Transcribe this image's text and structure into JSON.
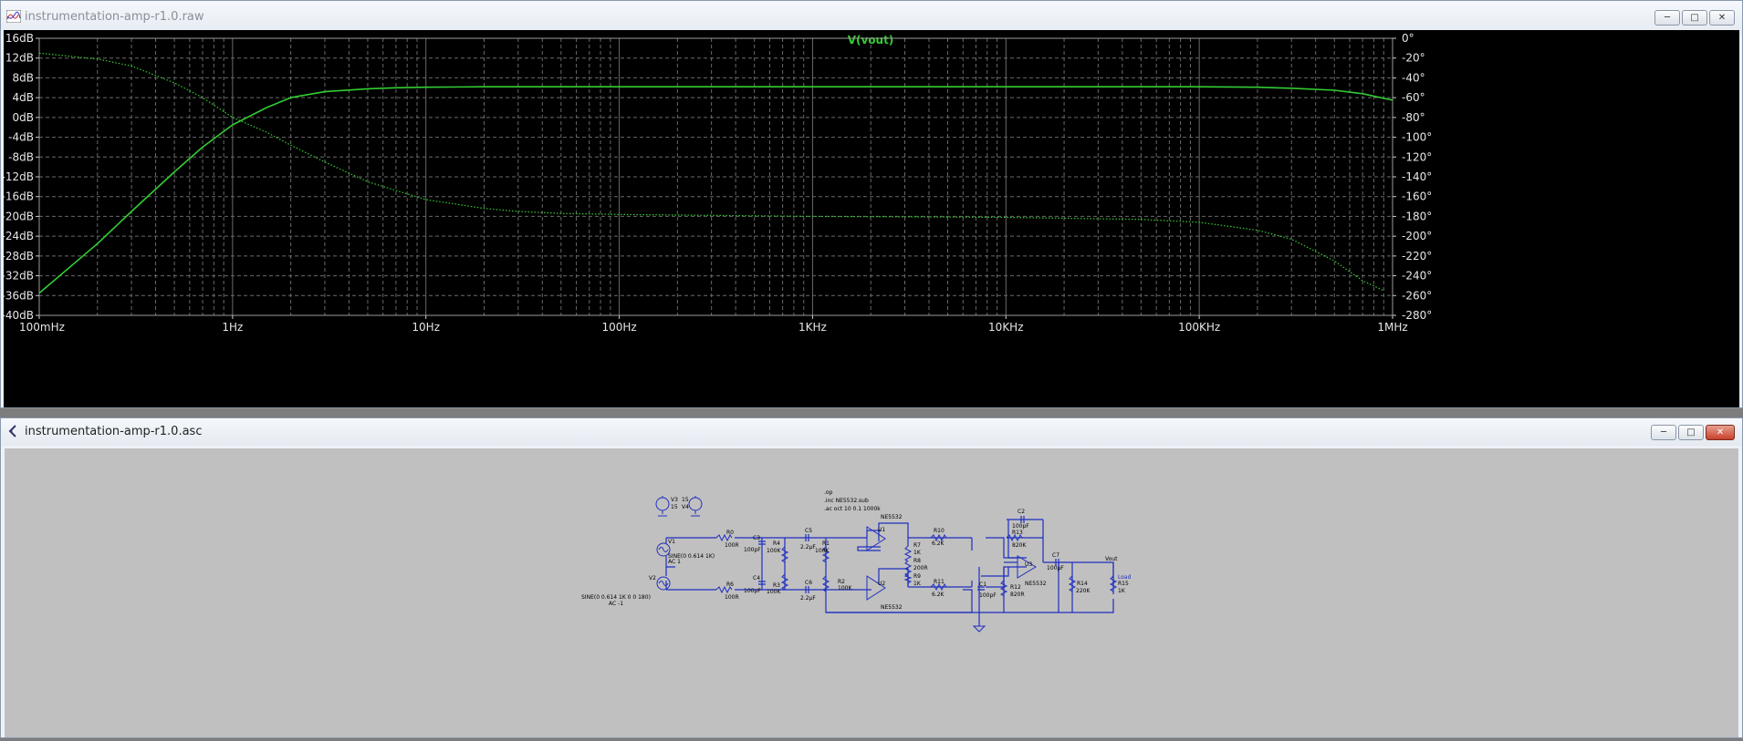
{
  "waveform_window": {
    "title": "instrumentation-amp-r1.0.raw",
    "minimize_label": "─",
    "restore_label": "□",
    "close_label": "✕"
  },
  "schematic_window": {
    "title": "instrumentation-amp-r1.0.asc",
    "minimize_label": "─",
    "restore_label": "□",
    "close_label": "✕"
  },
  "colors": {
    "plot_bg": "#000000",
    "trace": "#33cc33",
    "grid": "#6a6a6a",
    "axis_text": "#e6e6e6",
    "wire": "#1f2fbf",
    "schematic_bg": "#c0c0c0"
  },
  "chart_data": {
    "type": "line",
    "title": "V(vout)",
    "x_scale": "log",
    "xlim": [
      0.1,
      1000000
    ],
    "x_ticks": [
      "100mHz",
      "1Hz",
      "10Hz",
      "100Hz",
      "1KHz",
      "10KHz",
      "100KHz",
      "1MHz"
    ],
    "ylim": [
      -40,
      16
    ],
    "y_ticks": [
      "16dB",
      "12dB",
      "8dB",
      "4dB",
      "0dB",
      "-4dB",
      "-8dB",
      "-12dB",
      "-16dB",
      "-20dB",
      "-24dB",
      "-28dB",
      "-32dB",
      "-36dB",
      "-40dB"
    ],
    "y2lim": [
      -280,
      0
    ],
    "y2_ticks": [
      "0°",
      "-20°",
      "-40°",
      "-60°",
      "-80°",
      "-100°",
      "-120°",
      "-140°",
      "-160°",
      "-180°",
      "-200°",
      "-220°",
      "-240°",
      "-260°",
      "-280°"
    ],
    "grid": true,
    "series": [
      {
        "name": "V(vout)",
        "style": "solid",
        "axis": "left",
        "x": [
          0.1,
          0.2,
          0.3,
          0.5,
          0.7,
          1,
          1.5,
          2,
          3,
          5,
          7,
          10,
          20,
          50,
          100,
          1000,
          10000,
          100000,
          200000,
          300000,
          500000,
          700000,
          1000000
        ],
        "y": [
          -35.5,
          -25.5,
          -19,
          -11,
          -6,
          -1.5,
          2,
          4,
          5.2,
          5.8,
          6.0,
          6.1,
          6.2,
          6.2,
          6.2,
          6.2,
          6.2,
          6.2,
          6.1,
          5.9,
          5.5,
          4.8,
          3.5
        ]
      },
      {
        "name": "V(vout)",
        "style": "dotted",
        "axis": "right",
        "x": [
          0.1,
          0.2,
          0.3,
          0.5,
          0.7,
          1,
          1.5,
          2,
          3,
          5,
          10,
          20,
          30,
          50,
          100,
          1000,
          10000,
          50000,
          100000,
          200000,
          300000,
          500000,
          700000,
          900000
        ],
        "y": [
          -15,
          -21,
          -28,
          -45,
          -60,
          -80,
          -95,
          -108,
          -125,
          -145,
          -163,
          -172,
          -175,
          -177,
          -178,
          -180,
          -181,
          -183,
          -186,
          -194,
          -203,
          -225,
          -245,
          -255
        ]
      }
    ]
  },
  "schematic": {
    "labels": {
      "v3": "V3",
      "v4": "V4",
      "v3_val": "15",
      "v4_val": "15",
      "v1": "V1",
      "v2": "V2",
      "v1_src": "SINE(0 0.614 1K)",
      "v1_ac": "AC 1",
      "v2_src": "SINE(0 0.614 1K 0 0 180)",
      "v2_ac": "AC -1",
      "dir_tran": ".op",
      "dir_inc": ".inc NE5532.sub",
      "dir_ac": ".ac oct 10 0.1 1000k",
      "r0": "R0",
      "r0_val": "100R",
      "r6": "R6",
      "r6_val": "100R",
      "c3": "C3",
      "c3_val": "100pF",
      "c4": "C4",
      "c4_val": "100pF",
      "r4": "R4",
      "r4_val": "100K",
      "r3": "R3",
      "r3_val": "100K",
      "c5": "C5",
      "c5_val": "2.2µF",
      "c6": "C6",
      "c6_val": "2.2µF",
      "r1": "R1",
      "r1_val": "100K",
      "r2": "R2",
      "r2_val": "100K",
      "u1": "U1",
      "u1_type": "NE5532",
      "u2": "U2",
      "u2_type": "NE5532",
      "u3": "U3",
      "u3_type": "NE5532",
      "r10": "R10",
      "r10_val": "6.2K",
      "r11": "R11",
      "r11_val": "6.2K",
      "r7": "R7",
      "r7_val": "1K",
      "r8": "R8",
      "r8_val": "200R",
      "r9": "R9",
      "r9_val": "1K",
      "c1": "C1",
      "c1_val": "100pF",
      "c2": "C2",
      "c2_val": "100pF",
      "r12": "R12",
      "r12_val": "820R",
      "r13": "R13",
      "r13_val": "820K",
      "c7": "C7",
      "c7_val": "100µF",
      "r14": "R14",
      "r14_val": "220K",
      "r15": "R15",
      "r15_val": "1K",
      "vout": "Vout",
      "load": "Load"
    }
  }
}
